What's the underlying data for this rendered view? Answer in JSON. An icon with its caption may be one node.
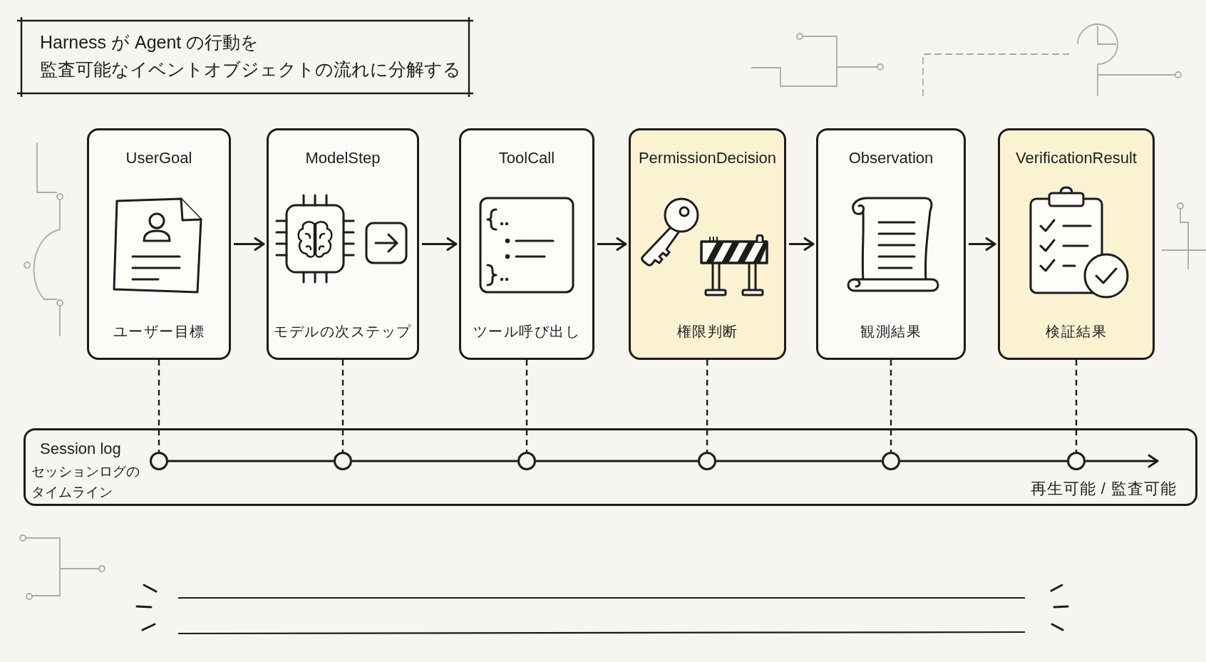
{
  "diagram": {
    "title": "Harness が Agent の行動を監査可能なイベントオブジェクトの流れに分解する",
    "nodes": [
      {
        "text": [
          "UserGoal",
          "ユーザー目標"
        ]
      },
      {
        "text": [
          "ModelStep",
          "モデルの次ステップ"
        ]
      },
      {
        "text": [
          "ToolCall",
          "ツール呼び出し"
        ]
      },
      {
        "text": [
          "PermissionDecision",
          "権限判断"
        ]
      },
      {
        "text": [
          "Observation",
          "観測結果"
        ]
      },
      {
        "text": [
          "VerificationResult",
          "検証結果"
        ]
      },
      {
        "text": [
          "Session log",
          "セッションログのタイムライン",
          "再生可能 / 監査可能"
        ]
      },
      {
        "text": [],
        "shape": "circle",
        "in": 6
      },
      {
        "text": [],
        "shape": "circle",
        "in": 6
      },
      {
        "text": [],
        "shape": "circle",
        "in": 6
      },
      {
        "text": [],
        "shape": "circle",
        "in": 6
      },
      {
        "text": [],
        "shape": "circle",
        "in": 6
      },
      {
        "text": [],
        "shape": "circle",
        "in": 6
      }
    ],
    "edges": [
      {
        "from": 0,
        "to": 1,
        "arrow": "to"
      },
      {
        "from": 1,
        "to": 2,
        "arrow": "to"
      },
      {
        "from": 2,
        "to": 3,
        "arrow": "to"
      },
      {
        "from": 3,
        "to": 4,
        "arrow": "to"
      },
      {
        "from": 4,
        "to": 5,
        "arrow": "to"
      },
      {
        "from": 0,
        "to": 7,
        "arrow": "none",
        "style": "dashed"
      },
      {
        "from": 1,
        "to": 8,
        "arrow": "none",
        "style": "dashed"
      },
      {
        "from": 2,
        "to": 9,
        "arrow": "none",
        "style": "dashed"
      },
      {
        "from": 3,
        "to": 10,
        "arrow": "none",
        "style": "dashed"
      },
      {
        "from": 4,
        "to": 11,
        "arrow": "none",
        "style": "dashed"
      },
      {
        "from": 5,
        "to": 12,
        "arrow": "none",
        "style": "dashed"
      },
      {
        "from": 7,
        "to": 8,
        "arrow": "none"
      },
      {
        "from": 8,
        "to": 9,
        "arrow": "none"
      },
      {
        "from": 9,
        "to": 10,
        "arrow": "none"
      },
      {
        "from": 10,
        "to": 11,
        "arrow": "none"
      },
      {
        "from": 11,
        "to": 12,
        "arrow": "none"
      },
      {
        "from": 12,
        "to": null,
        "arrow": "to"
      }
    ]
  }
}
